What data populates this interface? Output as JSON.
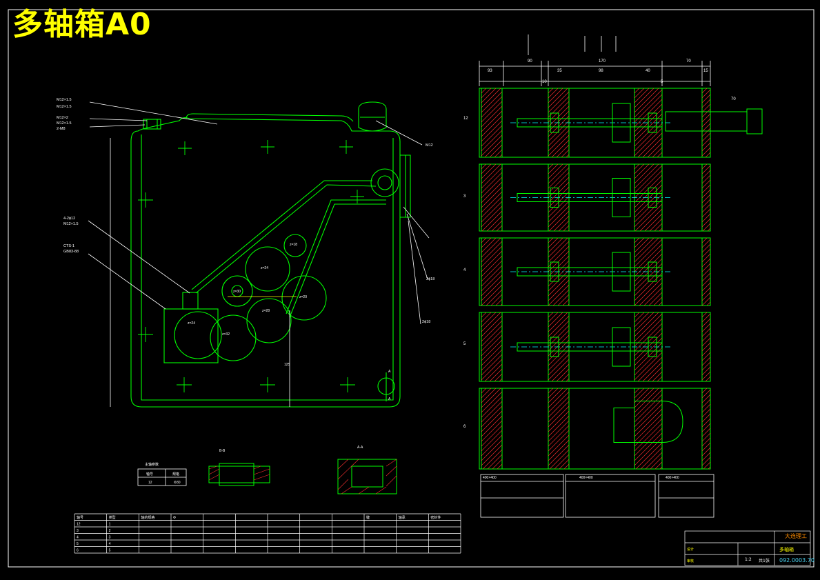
{
  "title": "多轴箱A0",
  "colors": {
    "background": "#000000",
    "frame": "#ffffff",
    "outline": "#00ff00",
    "annotation": "#ffff00",
    "hatch": "#ff3030",
    "center": "#00ffff",
    "title_accent": "#ff8c00"
  },
  "left_view": {
    "leaders": [
      "M12×1.5",
      "M12×1.5",
      "M12×2",
      "M12×1.5",
      "2-M8",
      "M12",
      "4-2ϕ12",
      "M12×1.5",
      "2ϕ18",
      "2ϕ18"
    ],
    "gears": [
      "z=18",
      "z=24",
      "z=30",
      "z=20",
      "z=28",
      "z=24",
      "z=32"
    ],
    "section_marks": [
      "A",
      "A"
    ],
    "dimension": "125"
  },
  "right_view": {
    "top_dims": [
      "93",
      "90",
      "170",
      "70",
      "15"
    ],
    "sub_dims": [
      "35",
      "98",
      "40",
      "10",
      "5"
    ],
    "shaft_dim": "70",
    "row_labels": [
      "12",
      "3",
      "4",
      "5",
      "6"
    ],
    "bottom_notes": [
      "400×400",
      "400×400",
      "400×400"
    ]
  },
  "detail_views": {
    "views": [
      "B-B",
      "A-A"
    ],
    "small_table": {
      "caption": "主轴参数",
      "rows": [
        [
          "轴号",
          "规格"
        ],
        [
          "12",
          "Φ30"
        ]
      ]
    }
  },
  "shaft_table": {
    "headers": [
      "轴号",
      "类型",
      "轴的规格",
      "Φ",
      "",
      "",
      "",
      "",
      "",
      "键",
      "轴承",
      "密封件"
    ],
    "rows": [
      [
        "12",
        "1",
        "",
        "",
        "",
        "",
        "",
        "",
        "",
        "",
        "",
        ""
      ],
      [
        "3",
        "2",
        "",
        "",
        "",
        "",
        "",
        "",
        "",
        "",
        "",
        ""
      ],
      [
        "4",
        "3",
        "",
        "",
        "",
        "",
        "",
        "",
        "",
        "",
        "",
        ""
      ],
      [
        "5",
        "4",
        "",
        "",
        "",
        "",
        "",
        "",
        "",
        "",
        "",
        ""
      ],
      [
        "6",
        "5",
        "",
        "",
        "",
        "",
        "",
        "",
        "",
        "",
        "",
        ""
      ]
    ]
  },
  "title_block": {
    "school": "大连理工",
    "part_name": "多轴箱",
    "drawing_no": "092.0003.70",
    "scale": "1:2",
    "sheet": "共1张"
  }
}
